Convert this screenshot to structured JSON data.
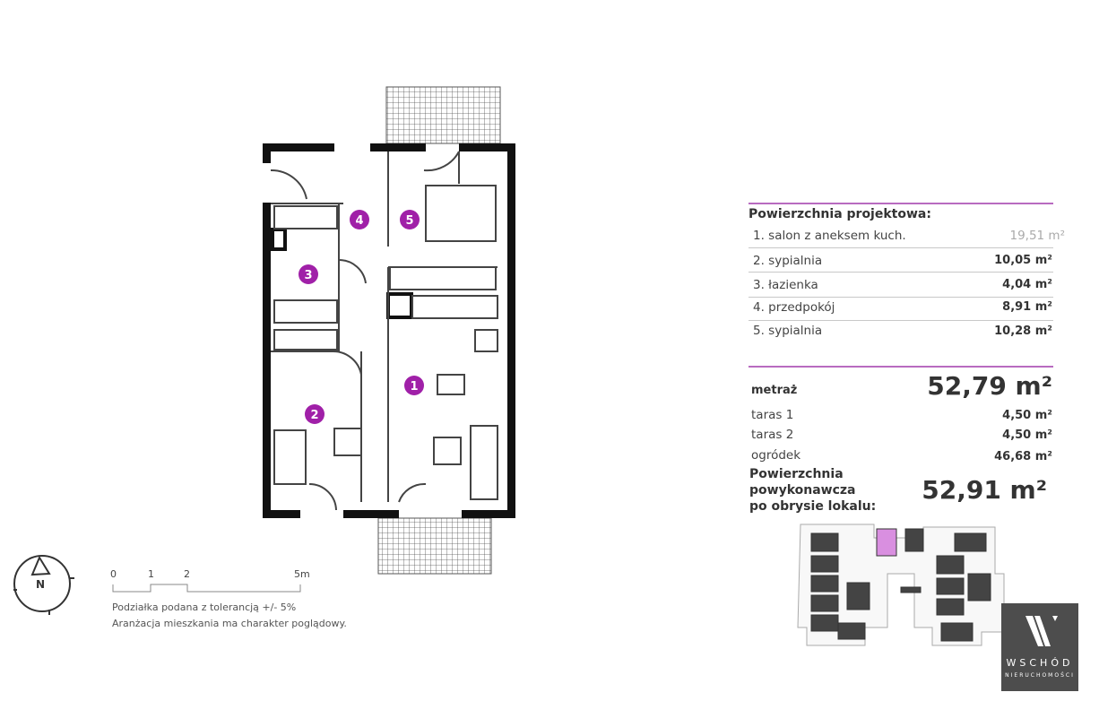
{
  "header": "Powierzchnia projektowa:",
  "rooms": [
    {
      "number": "1",
      "label": "1. salon z aneksem kuch.",
      "area": "19,51  m²"
    },
    {
      "number": "2",
      "label": "2. sypialnia",
      "area": "10,05 m²"
    },
    {
      "number": "3",
      "label": "3. łazienka",
      "area": "4,04 m²"
    },
    {
      "number": "4",
      "label": "4. przedpokój",
      "area": "8,91 m²"
    },
    {
      "number": "5",
      "label": "5. sypialnia",
      "area": "10,28 m²"
    }
  ],
  "summary": {
    "metraz_label": "metraż",
    "metraz_value": "52,79 m²",
    "extras": [
      {
        "label": "taras 1",
        "value": "4,50 m²"
      },
      {
        "label": "taras 2",
        "value": "4,50 m²"
      },
      {
        "label": "ogródek",
        "value": "46,68 m²"
      }
    ],
    "post_label_1": "Powierzchnia",
    "post_label_2": "powykonawcza",
    "post_label_3": "po obrysie lokalu:",
    "post_value": "52,91 m²"
  },
  "scale": {
    "ticks": [
      "0",
      "1",
      "2",
      "5m"
    ],
    "note_1": "Podziałka podana z tolerancją +/- 5%",
    "note_2": "Aranżacja mieszkania ma charakter poglądowy."
  },
  "compass": {
    "label": "N"
  },
  "logo": {
    "name": "WSCHÓD",
    "sub": "NIERUCHOMOŚCI"
  },
  "colors": {
    "accent": "#a020a8",
    "rule": "#b86bc0",
    "highlight": "#d98fe0",
    "logo_bg": "#4d4d4d"
  }
}
